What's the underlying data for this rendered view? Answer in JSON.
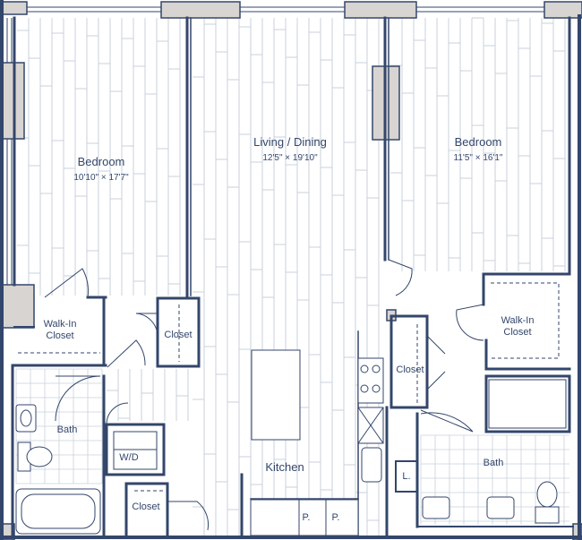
{
  "rooms": {
    "bedroom_left": {
      "name": "Bedroom",
      "dimensions": "10'10\" × 17'7\""
    },
    "living_dining": {
      "name": "Living / Dining",
      "dimensions": "12'5\" × 19'10\""
    },
    "bedroom_right": {
      "name": "Bedroom",
      "dimensions": "11'5\" × 16'1\""
    },
    "walkin_left": {
      "name": "Walk-In Closet"
    },
    "walkin_right": {
      "name": "Walk-In Closet"
    },
    "closet_center": {
      "name": "Closet"
    },
    "closet_right": {
      "name": "Closet"
    },
    "closet_bottom": {
      "name": "Closet"
    },
    "bath_left": {
      "name": "Bath"
    },
    "bath_right": {
      "name": "Bath"
    },
    "laundry": {
      "name": "W/D"
    },
    "kitchen": {
      "name": "Kitchen"
    },
    "linen": {
      "name": "L."
    },
    "pantry_1": {
      "name": "P."
    },
    "pantry_2": {
      "name": "P."
    }
  },
  "colors": {
    "wall": "#33466b",
    "column": "#d8d4d1",
    "floor_line": "#c9d0dc",
    "background": "#ffffff"
  }
}
